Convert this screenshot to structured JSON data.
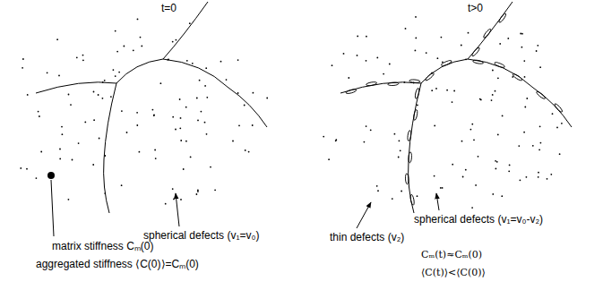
{
  "diagram": {
    "labels": [
      "t=0",
      "t>0",
      "spherical defects (v₁=v₀)",
      "thin defects (v₂)",
      "spherical defects (v₁=v₀-v₂)",
      "matrix stiffness Cₘ(0)",
      "aggregated stiffness ⟨C(0)⟩=Cₘ(0)",
      "Cₘ(t)≈Cₘ(0)",
      "⟨C(t)⟩<⟨C(0)⟩"
    ]
  }
}
